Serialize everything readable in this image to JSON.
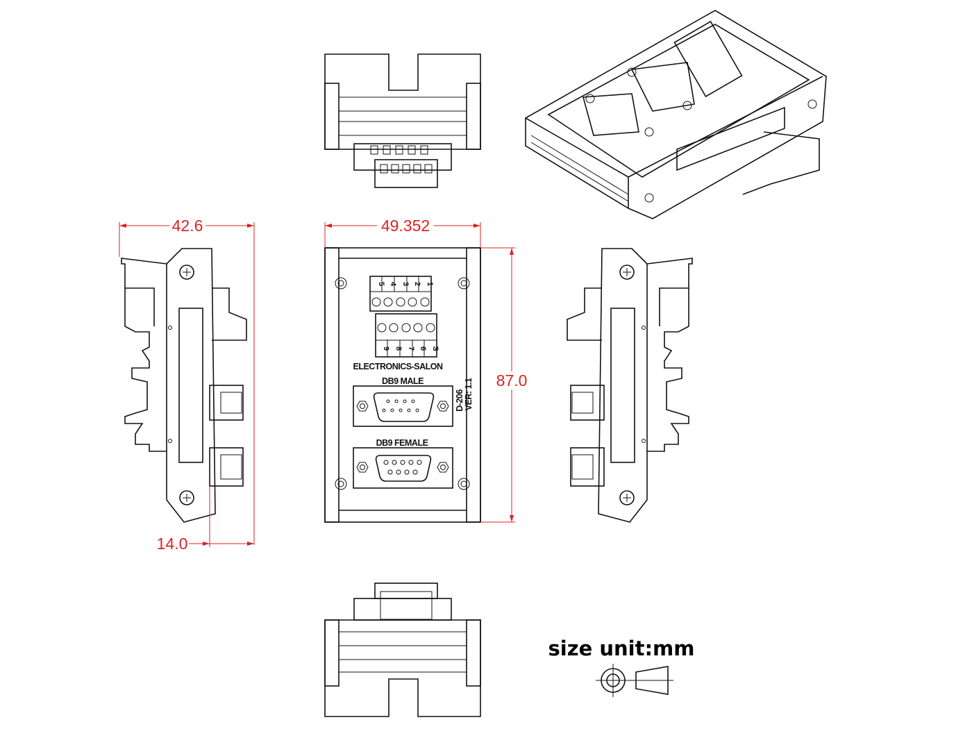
{
  "dimensions": {
    "side_depth": "42.6",
    "front_width": "49.352",
    "front_height": "87.0",
    "rail_offset": "14.0"
  },
  "front_panel": {
    "brand": "ELECTRONICS-SALON",
    "male_label": "DB9 MALE",
    "female_label": "DB9 FEMALE",
    "model": "D-206",
    "version": "VER: 1.1",
    "terminals_top": [
      "5",
      "4",
      "3",
      "2",
      "1"
    ],
    "terminals_bottom": [
      "9",
      "8",
      "7",
      "6",
      "S"
    ]
  },
  "legend": {
    "unit": "size unit:mm"
  },
  "colors": {
    "dimension": "#dd2222",
    "line": "#111111"
  }
}
